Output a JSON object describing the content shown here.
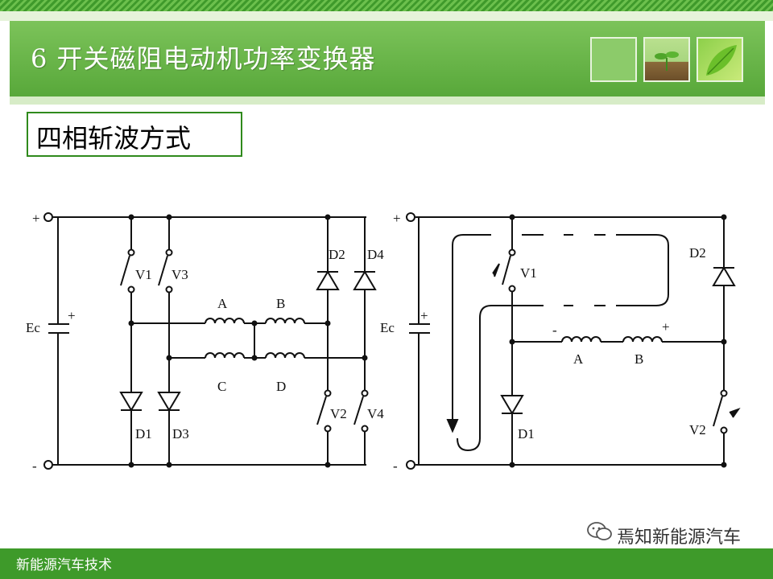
{
  "slide": {
    "title": "6 开关磁阻电动机功率变换器",
    "subtitle": "四相斩波方式",
    "footer": "新能源汽车技术"
  },
  "watermark": {
    "text": "焉知新能源汽车",
    "icon": "wechat-icon"
  },
  "left_circuit": {
    "labels": {
      "plus": "+",
      "minus": "-",
      "ec": "Ec",
      "cap_plus": "+",
      "v1": "V1",
      "v3": "V3",
      "v2": "V2",
      "v4": "V4",
      "d1": "D1",
      "d3": "D3",
      "d2": "D2",
      "d4": "D4",
      "a": "A",
      "b": "B",
      "c": "C",
      "d": "D"
    }
  },
  "right_circuit": {
    "labels": {
      "plus": "+",
      "minus": "-",
      "ec": "Ec",
      "cap_plus": "+",
      "v1": "V1",
      "v2": "V2",
      "d1": "D1",
      "d2": "D2",
      "a": "A",
      "b": "B",
      "winding_minus": "-",
      "winding_plus": "+"
    }
  },
  "colors": {
    "header_green": "#58a83a",
    "footer_green": "#3e9a2a",
    "frame_green": "#2f8a1c"
  }
}
